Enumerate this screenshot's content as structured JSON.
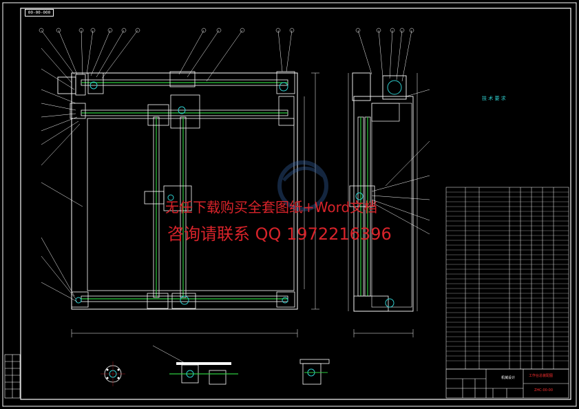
{
  "drawing": {
    "drawing_tag": "00-00-000",
    "watermark_line1": "无任下载购买全套图纸+Word文档",
    "watermark_line2": "咨询请联系 QQ 1972216396",
    "title_block": {
      "drawing_name": "工作台总装配图",
      "drawing_number": "ZHC-00-00",
      "company": "机械设计"
    },
    "technical_notes": {
      "title": "技 术 要 求"
    }
  }
}
